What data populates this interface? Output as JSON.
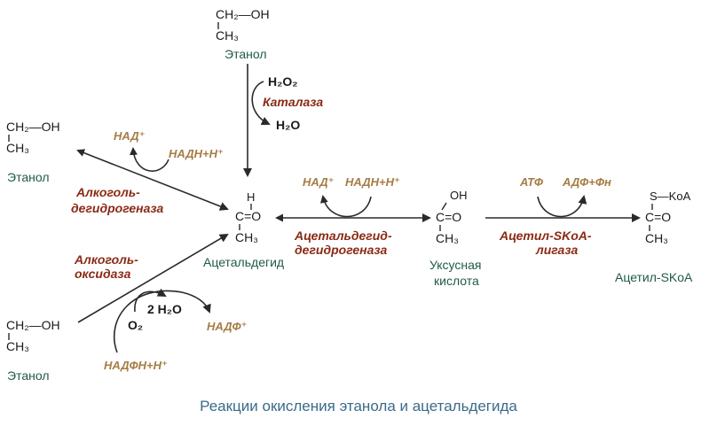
{
  "caption": "Реакции окисления этанола и ацетальдегида",
  "nodes": {
    "ethanol_top": {
      "line1": "CH₂—OH",
      "line2": "CH₃",
      "name": "Этанол"
    },
    "ethanol_left": {
      "line1": "CH₂—OH",
      "line2": "CH₃",
      "name": "Этанол"
    },
    "ethanol_bottom": {
      "line1": "CH₂—OH",
      "line2": "CH₃",
      "name": "Этанол"
    },
    "acetaldehyde": {
      "h": "H",
      "co": "C=O",
      "ch3": "CH₃",
      "name": "Ацетальдегид"
    },
    "acetic_acid": {
      "oh": "OH",
      "co": "C=O",
      "ch3": "CH₃",
      "name1": "Уксусная",
      "name2": "кислота"
    },
    "acetyl_scoa": {
      "s": "S—KoA",
      "co": "C=O",
      "ch3": "CH₃",
      "name": "Ацетил-SKoA"
    }
  },
  "cofactors": {
    "h2o2": "H₂O₂",
    "h2o": "H₂O",
    "nad_left": "НАД⁺",
    "nadh_left": "НАДН+Н⁺",
    "nad_mid": "НАД⁺",
    "nadh_mid": "НАДН+Н⁺",
    "atf": "АТФ",
    "adf": "АДФ+Фн",
    "o2": "O₂",
    "h2o_2": "2 H₂O",
    "nadf": "НАДФ⁺",
    "nadfh": "НАДФН+Н⁺"
  },
  "enzymes": {
    "catalase": "Каталаза",
    "adh_1": "Алкоголь-",
    "adh_2": "дегидрогеназа",
    "aldh_1": "Ацетальдегид-",
    "aldh_2": "дегидрогеназа",
    "acs_1": "Ацетил-SKoA-",
    "acs_2": "лигаза",
    "aox_1": "Алкоголь-",
    "aox_2": "оксидаза"
  },
  "colors": {
    "enzyme": "#8a2a14",
    "cofactor": "#a67c44",
    "compound_name": "#1f5a4a",
    "caption": "#3a6a8a"
  }
}
